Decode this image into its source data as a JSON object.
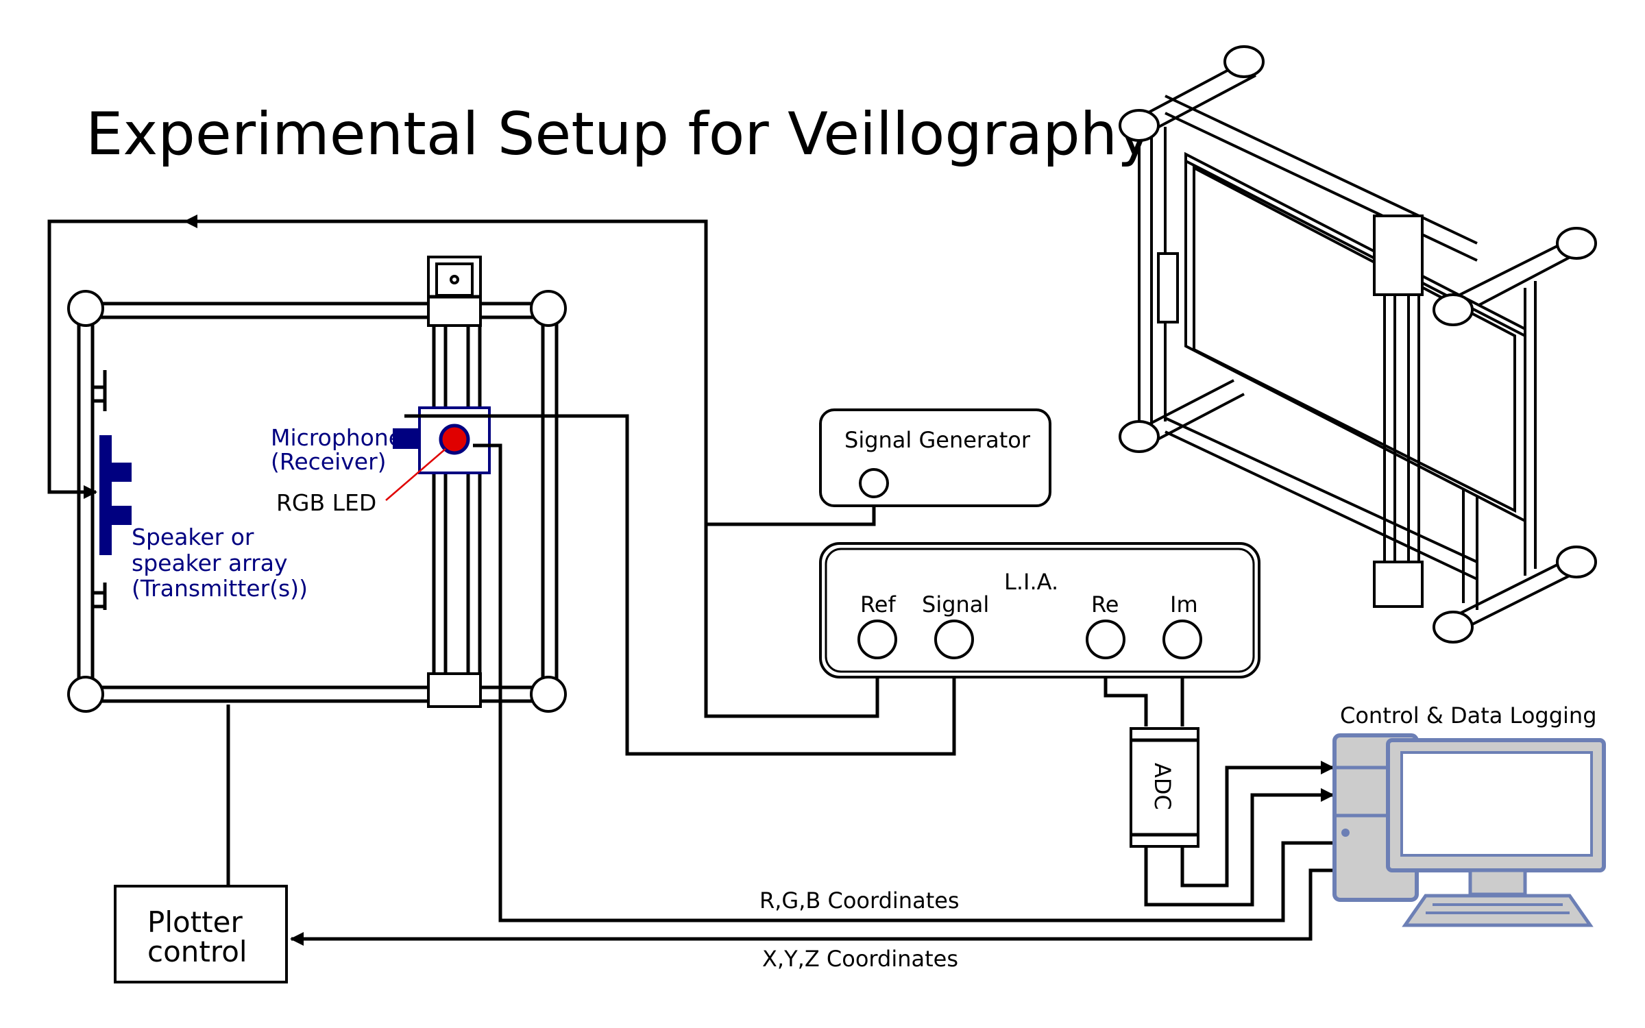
{
  "title": "Experimental Setup for Veillography",
  "labels": {
    "microphone": "Microphone",
    "receiver": "(Receiver)",
    "rgb_led": "RGB LED",
    "speaker_line1": "Speaker or",
    "speaker_line2": "speaker array",
    "speaker_line3": "(Transmitter(s))",
    "signal_generator": "Signal Generator",
    "lia": "L.I.A.",
    "ref": "Ref",
    "signal": "Signal",
    "re": "Re",
    "im": "Im",
    "adc": "ADC",
    "control_logging": "Control & Data Logging",
    "plotter_line1": "Plotter",
    "plotter_line2": "control",
    "rgb_coords": "R,G,B Coordinates",
    "xyz_coords": "X,Y,Z Coordinates"
  },
  "colors": {
    "blue": "#000080",
    "led": "#e00000",
    "computer_fill": "#cccccc",
    "computer_stroke": "#6c7fb5"
  },
  "icons": {
    "computer": "desktop-computer-icon",
    "plotter_3d": "plotter-frame-isometric-icon"
  }
}
